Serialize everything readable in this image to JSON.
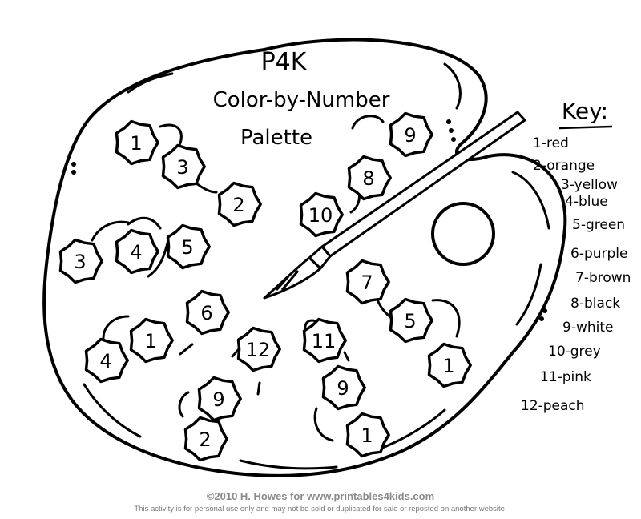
{
  "title": {
    "line1": "P4K",
    "line2": "Color-by-Number",
    "line3": "Palette"
  },
  "key": {
    "heading": "Key:",
    "entries": [
      "1-red",
      "2-orange",
      "3-yellow",
      "4-blue",
      "5-green",
      "6-purple",
      "7-brown",
      "8-black",
      "9-white",
      "10-grey",
      "11-pink",
      "12-peach"
    ]
  },
  "blobs": [
    "1",
    "3",
    "2",
    "3",
    "4",
    "5",
    "6",
    "1",
    "4",
    "12",
    "9",
    "2",
    "9",
    "8",
    "10",
    "7",
    "5",
    "1",
    "11",
    "9",
    "1"
  ],
  "footer": {
    "copyright": "©2010 H. Howes for www.printables4kids.com",
    "notice": "This activity is for personal use only and may not be sold or duplicated for sale or reposted on another website."
  },
  "colors": {
    "ink": "#000000",
    "paper": "#ffffff",
    "footer_text": "#8a8a8a"
  }
}
